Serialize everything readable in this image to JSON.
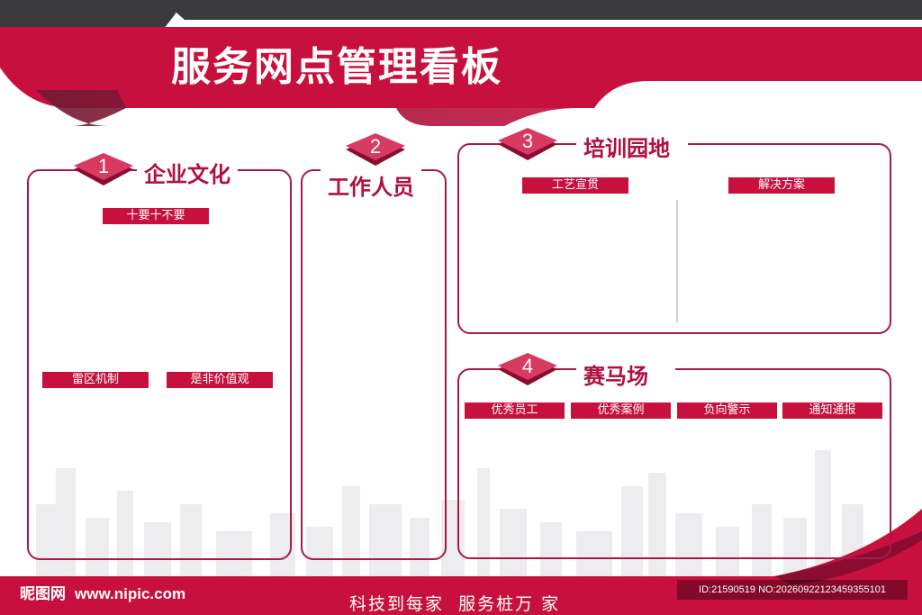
{
  "header": {
    "title": "服务网点管理看板"
  },
  "colors": {
    "accent": "#c8103e",
    "dark": "#3a3a3c",
    "border": "#a8194a"
  },
  "sections": [
    {
      "number": "1",
      "title": "企业文化",
      "tags": [
        "十要十不要",
        "雷区机制",
        "是非价值观"
      ]
    },
    {
      "number": "2",
      "title": "工作人员",
      "tags": []
    },
    {
      "number": "3",
      "title": "培训园地",
      "tags": [
        "工艺宣贯",
        "解决方案"
      ]
    },
    {
      "number": "4",
      "title": "赛马场",
      "tags": [
        "优秀员工",
        "优秀案例",
        "负向警示",
        "通知通报"
      ]
    }
  ],
  "footer": {
    "slogan": "科技到每家  服务桩万 家",
    "logo_text": "昵图网",
    "logo_url": "www.nipic.com",
    "id_text": "ID:21590519 NO:20260922123459355101"
  }
}
